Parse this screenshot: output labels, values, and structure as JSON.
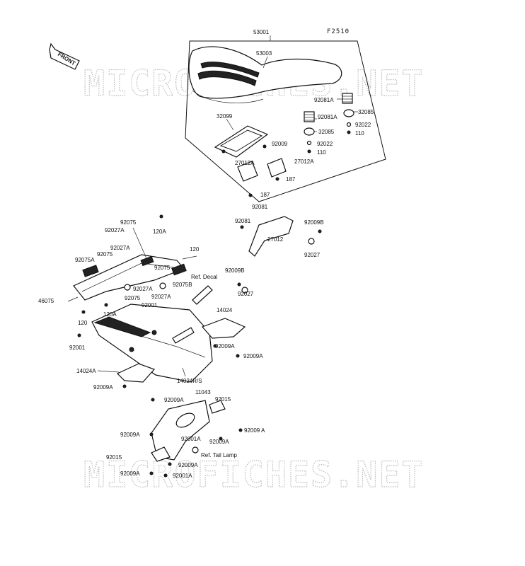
{
  "diagram_code": "F2510",
  "watermark": "MICROFICHES.NET",
  "front_badge": "FRONT",
  "labels": {
    "l53001": "53001",
    "l53003": "53003",
    "l92081A_1": "92081A",
    "l32085_1": "32085",
    "l92081A_2": "92081A",
    "l92022_1": "92022",
    "l110_1": "110",
    "l32085_2": "32085",
    "l92022_2": "92022",
    "l110_2": "110",
    "l32099": "32099",
    "l92009": "92009",
    "l27012A_1": "27012A",
    "l27012A_2": "27012A",
    "l187_1": "187",
    "l187_2": "187",
    "l92081_1": "92081",
    "l92081_2": "92081",
    "l27012": "27012",
    "l92009B_1": "92009B",
    "l92027_1": "92027",
    "l92009B_2": "92009B",
    "l92027_2": "92027",
    "l92075_1": "92075",
    "l92027A_1": "92027A",
    "l120A_1": "120A",
    "l92027A_2": "92027A",
    "l92075_2": "92075",
    "l92075A_1": "92075A",
    "l120": "120",
    "l92075_3": "92075",
    "l92075B": "92075B",
    "refdecal": "Ref. Decal",
    "l46075": "46075",
    "l92027A_3": "92027A",
    "l92075_4": "92075",
    "l92027A_4": "92027A",
    "l92001_1": "92001",
    "l120A_2": "120A",
    "l120_2": "120",
    "l92001_2": "92001",
    "l14024": "14024",
    "l92009A_1": "92009A",
    "l92009A_2": "92009A",
    "l14024A": "14024A",
    "l14024RS": "14024R/S",
    "l92009A_3": "92009A",
    "l92009A_4": "92009A",
    "l11043": "11043",
    "l92015_1": "92015",
    "l92009A_5": "92009A",
    "l92009A_6": "92009 A",
    "l92001A_1": "92001A",
    "l92009A_7": "92009A",
    "l92015_2": "92015",
    "reftail": "Ref. Tail Lamp",
    "l92009A_8": "92009A",
    "l92009A_9": "92009A",
    "l92001A_2": "92001A"
  }
}
